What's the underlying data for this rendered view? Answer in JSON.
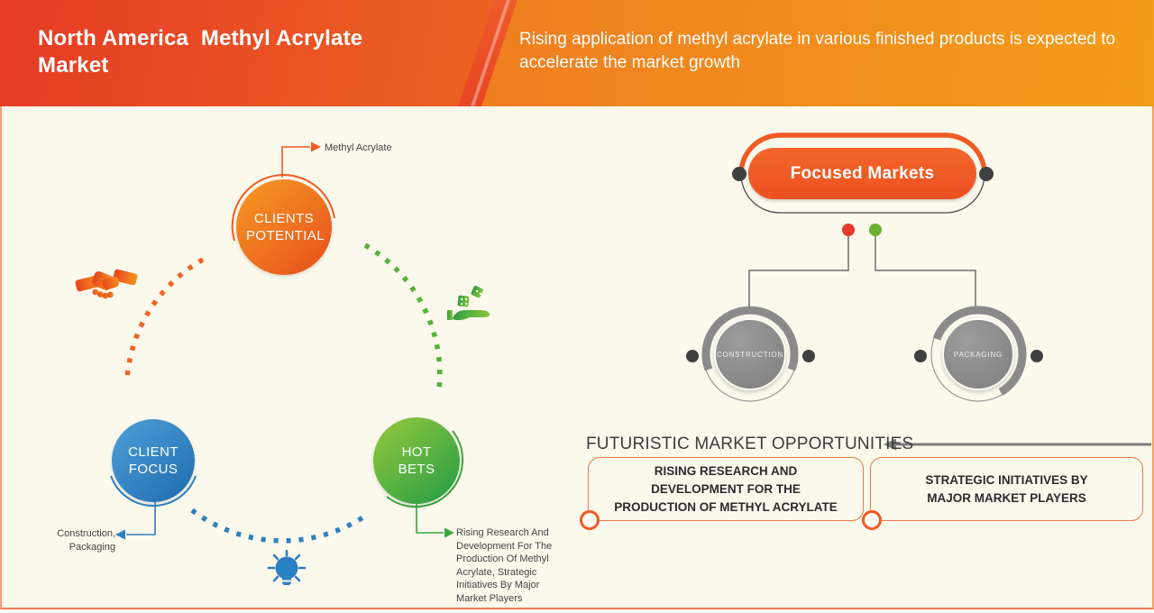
{
  "header": {
    "title_lines": [
      "North America  Methyl Acrylate",
      "Market"
    ],
    "subtitle": "Rising application of methyl acrylate in various finished products is expected to accelerate the market growth"
  },
  "client_map": {
    "potential": {
      "label": "CLIENTS POTENTIAL",
      "callout": "Methyl Acrylate"
    },
    "focus": {
      "label": "CLIENT FOCUS",
      "callout": "Construction, Packaging"
    },
    "hot_bets": {
      "label": "HOT BETS",
      "callout": "Rising Research And Development For The Production Of Methyl Acrylate, Strategic Initiatives By Major Market Players"
    },
    "icons": [
      "handshake-icon",
      "dice-hand-icon",
      "lightbulb-icon"
    ]
  },
  "focused_markets": {
    "title": "Focused Markets",
    "segments": [
      "CONSTRUCTION",
      "PACKAGING"
    ]
  },
  "opportunities": {
    "heading": "FUTURISTIC MARKET OPPORTUNITIES",
    "items": [
      "RISING RESEARCH AND DEVELOPMENT FOR THE PRODUCTION OF METHYL ACRYLATE",
      "STRATEGIC INITIATIVES BY MAJOR MARKET PLAYERS"
    ]
  },
  "colors": {
    "accent_orange": "#f15a24",
    "accent_blue": "#2e7fc0",
    "accent_green": "#3aa63c",
    "header_red": "#e63b26",
    "header_orange": "#f69120",
    "node_gray": "#8a8a8a",
    "dot_red": "#e8392c",
    "dot_green": "#67b22e",
    "background": "#fbf8ec"
  }
}
